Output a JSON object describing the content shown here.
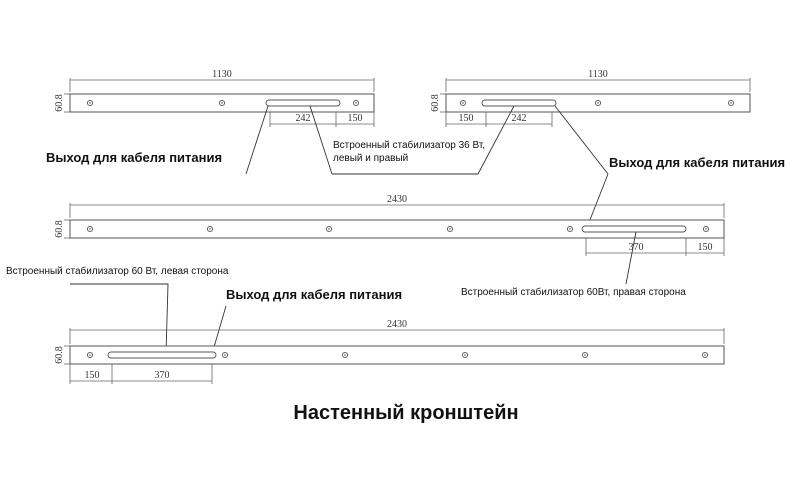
{
  "title": "Настенный кронштейн",
  "bracket_short": {
    "length": "1130",
    "height": "60.8"
  },
  "bracket_long": {
    "length": "2430",
    "height": "60.8"
  },
  "dims": {
    "short_left_slot": "242",
    "short_left_end": "150",
    "short_right_end": "150",
    "short_right_slot": "242",
    "long_top_slot": "370",
    "long_top_end": "150",
    "long_bottom_end": "150",
    "long_bottom_slot": "370"
  },
  "labels": {
    "cable_exit_1": "Выход для кабеля питания",
    "cable_exit_2": "Выход для кабеля питания",
    "cable_exit_3": "Выход для кабеля питания",
    "stabilizer_36w_line1": "Встроенный стабилизатор 36 Вт,",
    "stabilizer_36w_line2": "левый и правый",
    "stabilizer_60w_left": "Встроенный стабилизатор 60 Вт, левая сторона",
    "stabilizer_60w_right": "Встроенный стабилизатор 60Вт, правая сторона"
  },
  "colors": {
    "line": "#555555",
    "text": "#111111"
  }
}
